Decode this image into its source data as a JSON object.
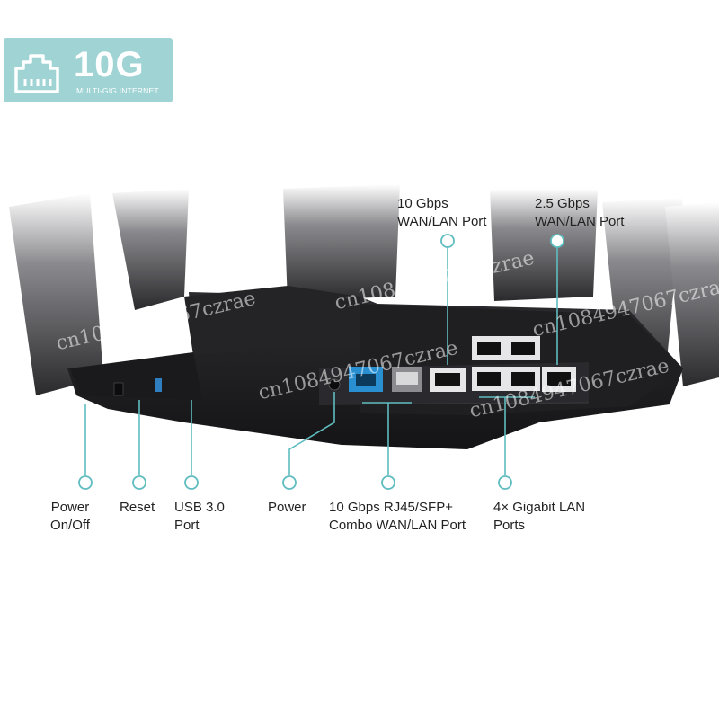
{
  "badge": {
    "speed": "10G",
    "subtitle": "MULTI-GIG INTERNET",
    "icon": "ethernet-port-icon"
  },
  "callouts": {
    "top": [
      {
        "line1": "10 Gbps",
        "line2": "WAN/LAN Port"
      },
      {
        "line1": "2.5 Gbps",
        "line2": "WAN/LAN Port"
      }
    ],
    "bottom": [
      {
        "line1": "Power",
        "line2": "On/Off"
      },
      {
        "line1": "Reset",
        "line2": ""
      },
      {
        "line1": "USB 3.0",
        "line2": "Port"
      },
      {
        "line1": "Power",
        "line2": ""
      },
      {
        "line1": "10 Gbps RJ45/SFP+",
        "line2": "Combo WAN/LAN Port"
      },
      {
        "line1": "4× Gigabit LAN",
        "line2": "Ports"
      }
    ]
  },
  "watermark": "cn1084947067czrae",
  "colors": {
    "accent": "#5fbcbf",
    "badge": "#9fd3d4",
    "device": "#1c1c1e"
  }
}
